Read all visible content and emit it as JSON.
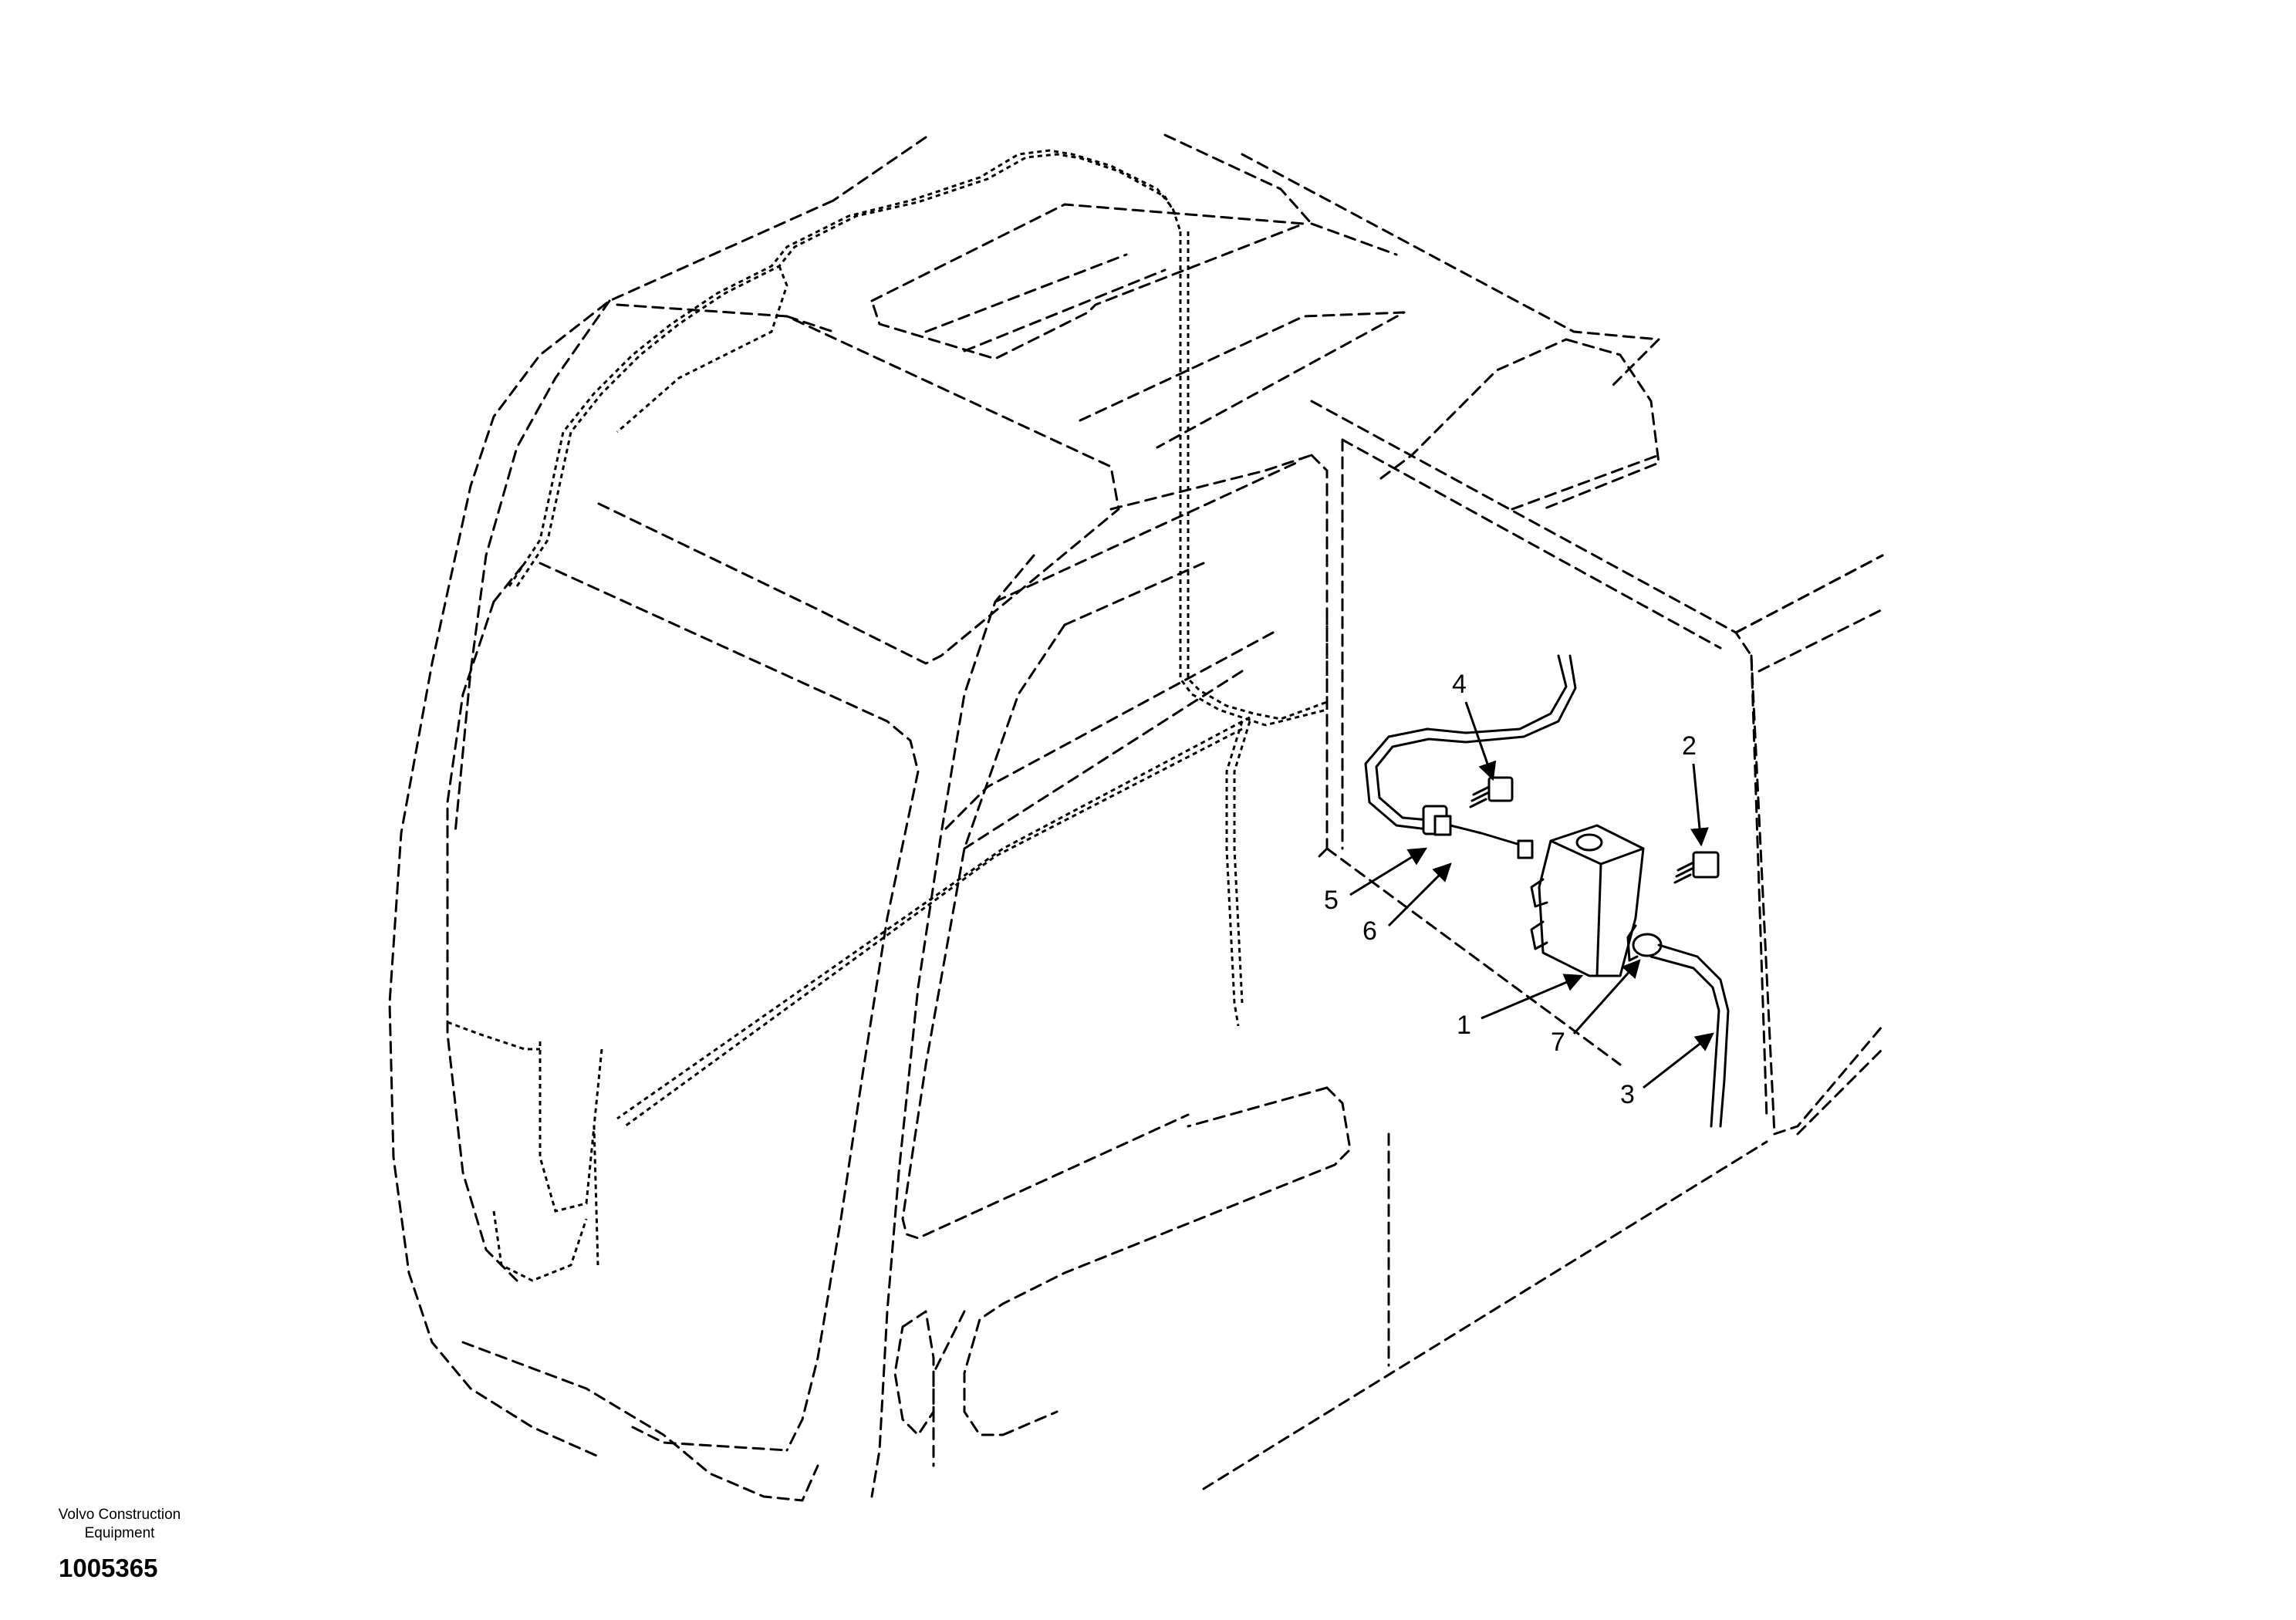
{
  "brand": {
    "line1": "Volvo Construction",
    "line2": "Equipment"
  },
  "figure_number": "1005365",
  "callouts": [
    {
      "id": "1",
      "label": "1"
    },
    {
      "id": "2",
      "label": "2"
    },
    {
      "id": "3",
      "label": "3"
    },
    {
      "id": "4",
      "label": "4"
    },
    {
      "id": "5",
      "label": "5"
    },
    {
      "id": "6",
      "label": "6"
    },
    {
      "id": "7",
      "label": "7"
    }
  ]
}
